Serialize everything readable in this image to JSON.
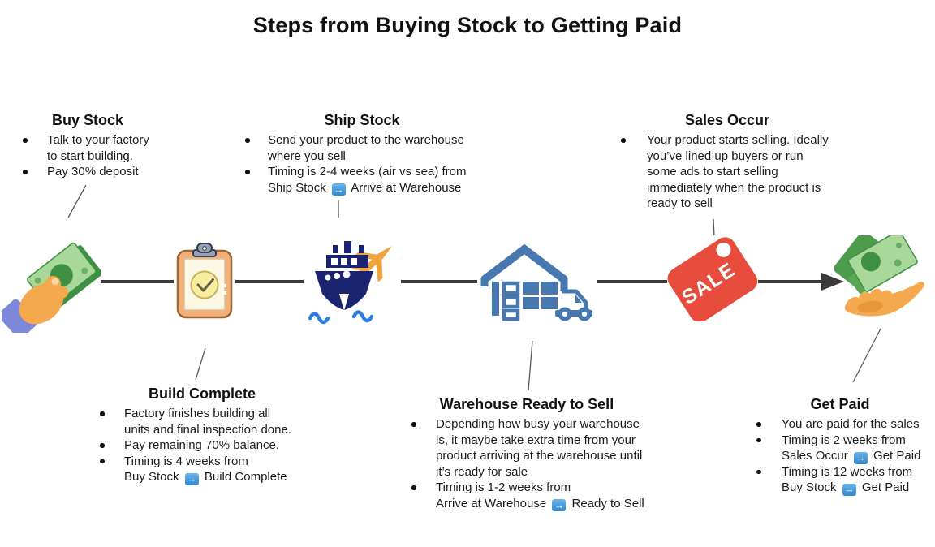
{
  "title": "Steps from Buying Stock to Getting Paid",
  "steps": [
    {
      "id": "buy-stock",
      "label": "Buy Stock",
      "icon": "hand-giving-money-icon",
      "position": "top",
      "bullets": [
        "Talk to your factory\nto start building.",
        "Pay 30% deposit"
      ]
    },
    {
      "id": "build-complete",
      "label": "Build Complete",
      "icon": "clipboard-check-icon",
      "position": "bottom",
      "bullets": [
        "Factory finishes building all\nunits and final inspection done.",
        "Pay remaining 70% balance.",
        "Timing is 4 weeks from\nBuy Stock ➡ Build Complete"
      ]
    },
    {
      "id": "ship-stock",
      "label": "Ship Stock",
      "icon": "ship-and-plane-icon",
      "position": "top",
      "bullets": [
        "Send your product to the warehouse\nwhere you sell",
        "Timing is 2-4 weeks (air vs sea) from\nShip Stock ➡ Arrive at Warehouse"
      ]
    },
    {
      "id": "warehouse-ready",
      "label": "Warehouse Ready to Sell",
      "icon": "warehouse-truck-icon",
      "position": "bottom",
      "bullets": [
        "Depending how busy your warehouse\nis, it maybe take extra time from your\nproduct arriving at the warehouse until\nit’s ready for sale",
        "Timing is 1-2 weeks from\nArrive at Warehouse ➡ Ready to Sell"
      ]
    },
    {
      "id": "sales-occur",
      "label": "Sales Occur",
      "icon": "sale-tag-icon",
      "position": "top",
      "bullets": [
        "Your product starts selling. Ideally\nyou’ve lined up buyers or run\nsome ads to start selling\nimmediately when the product is\nready to sell"
      ]
    },
    {
      "id": "get-paid",
      "label": "Get Paid",
      "icon": "hand-receiving-money-icon",
      "position": "bottom",
      "bullets": [
        "You are paid for the sales",
        "Timing is 2 weeks from\nSales Occur ➡ Get Paid",
        "Timing is 12 weeks from\nBuy Stock ➡ Get Paid"
      ]
    }
  ],
  "icon_labels": {
    "sale_tag_label": "SALE"
  },
  "icons": [
    "hand-giving-money-icon",
    "clipboard-check-icon",
    "ship-and-plane-icon",
    "warehouse-truck-icon",
    "sale-tag-icon",
    "hand-receiving-money-icon",
    "right-arrow-emoji",
    "flow-arrow"
  ],
  "colors": {
    "background": "#ffffff",
    "text": "#1b1b1b",
    "flow_line": "#3a3a3a",
    "connector_line": "#5a5a5a",
    "arrow_emoji_blue": "#2f86cf",
    "sale_tag_red": "#e74c3c",
    "ship_navy": "#1a2470",
    "wave_blue": "#2e7de0",
    "warehouse_blue": "#4878b0",
    "money_green_dark": "#3e9142",
    "money_green_light": "#a8d89a",
    "hand_orange": "#f5a94e",
    "sleeve_purple": "#7d88d8",
    "plane_orange": "#f0a23d",
    "clipboard_tan": "#f2b17c",
    "clipboard_paper": "#fcf6e4",
    "check_circle_yellow": "#f8ed9e",
    "clip_gray": "#93a2b8"
  }
}
